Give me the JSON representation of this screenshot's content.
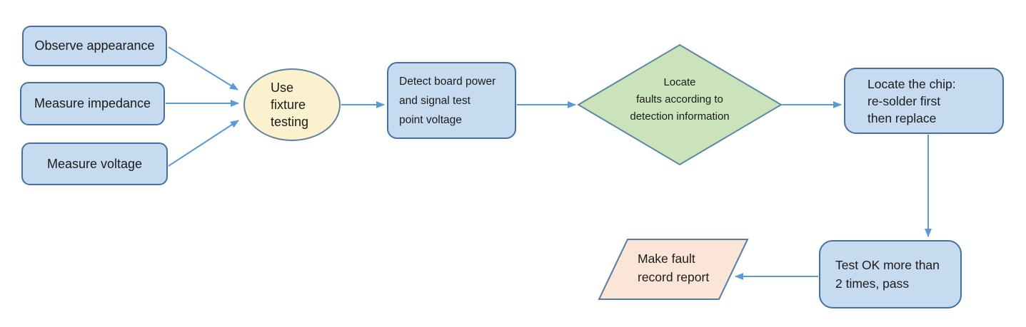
{
  "diagram": {
    "description": "Board fault detection and repair flowchart",
    "background": "#ffffff"
  },
  "palette": {
    "process_fill": "#C6DBEF",
    "process_border": "#44719E",
    "terminator_fill": "#FBF1CE",
    "terminator_border": "#62839F",
    "decision_fill": "#CBE3BA",
    "decision_border": "#5B87A8",
    "io_fill": "#FBE5D6",
    "io_border": "#537CA5",
    "arrow": "#5B9BD5",
    "text": "#1b1b1b"
  },
  "nodes": {
    "observe": {
      "label": "Observe appearance",
      "shape": "rounded-rect"
    },
    "impedance": {
      "label": "Measure impedance",
      "shape": "rounded-rect"
    },
    "voltage": {
      "label": "Measure voltage",
      "shape": "rounded-rect"
    },
    "fixture": {
      "label": "Use\nfixture\ntesting",
      "shape": "ellipse"
    },
    "detect": {
      "label": "Detect board power\nand signal test\npoint voltage",
      "shape": "rounded-rect"
    },
    "locate": {
      "label": "Locate\nfaults according to\ndetection information",
      "shape": "diamond"
    },
    "chip": {
      "label": "Locate the chip:\nre-solder first\nthen replace",
      "shape": "rounded-rect"
    },
    "testok": {
      "label": "Test OK more than\n2 times, pass",
      "shape": "rounded-rect"
    },
    "report": {
      "label": "Make fault\nrecord report",
      "shape": "parallelogram"
    }
  },
  "edges": [
    {
      "from": "observe",
      "to": "fixture"
    },
    {
      "from": "impedance",
      "to": "fixture"
    },
    {
      "from": "voltage",
      "to": "fixture"
    },
    {
      "from": "fixture",
      "to": "detect"
    },
    {
      "from": "detect",
      "to": "locate"
    },
    {
      "from": "locate",
      "to": "chip"
    },
    {
      "from": "chip",
      "to": "testok"
    },
    {
      "from": "testok",
      "to": "report"
    }
  ]
}
